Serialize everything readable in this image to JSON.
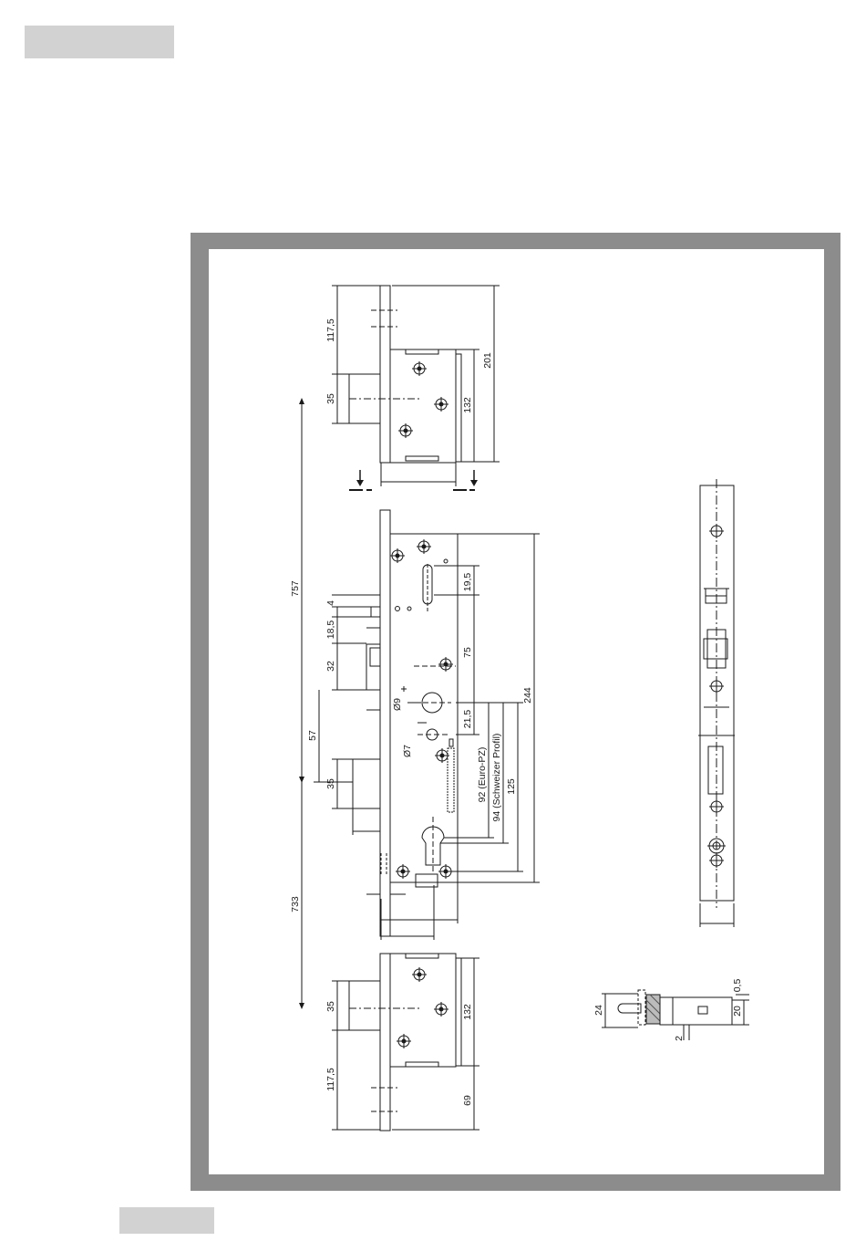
{
  "colors": {
    "frame": "#8c8c8c",
    "tab": "#d2d2d2",
    "line": "#1a1a1a",
    "hatch": "#555555"
  },
  "dimensions": {
    "d_117_5_top": "117,5",
    "d_35_top": "35",
    "d_201": "201",
    "d_132_top": "132",
    "d_757": "757",
    "d_4": "4",
    "d_18_5": "18,5",
    "d_32": "32",
    "d_57": "57",
    "d_35_mid": "35",
    "d_733": "733",
    "d_19_5": "19,5",
    "d_75": "75",
    "d_o9": "Ø9",
    "d_21_5": "21,5",
    "d_o7": "Ø7",
    "d_92": "92 (Euro-PZ)",
    "d_94": "94 (Schweizer Profil)",
    "d_125": "125",
    "d_244": "244",
    "d_35_bot": "35",
    "d_132_bot": "132",
    "d_117_5_bot": "117,5",
    "d_69": "69",
    "d_24": "24",
    "d_2": "2",
    "d_0_5": "0,5",
    "d_20": "20"
  }
}
